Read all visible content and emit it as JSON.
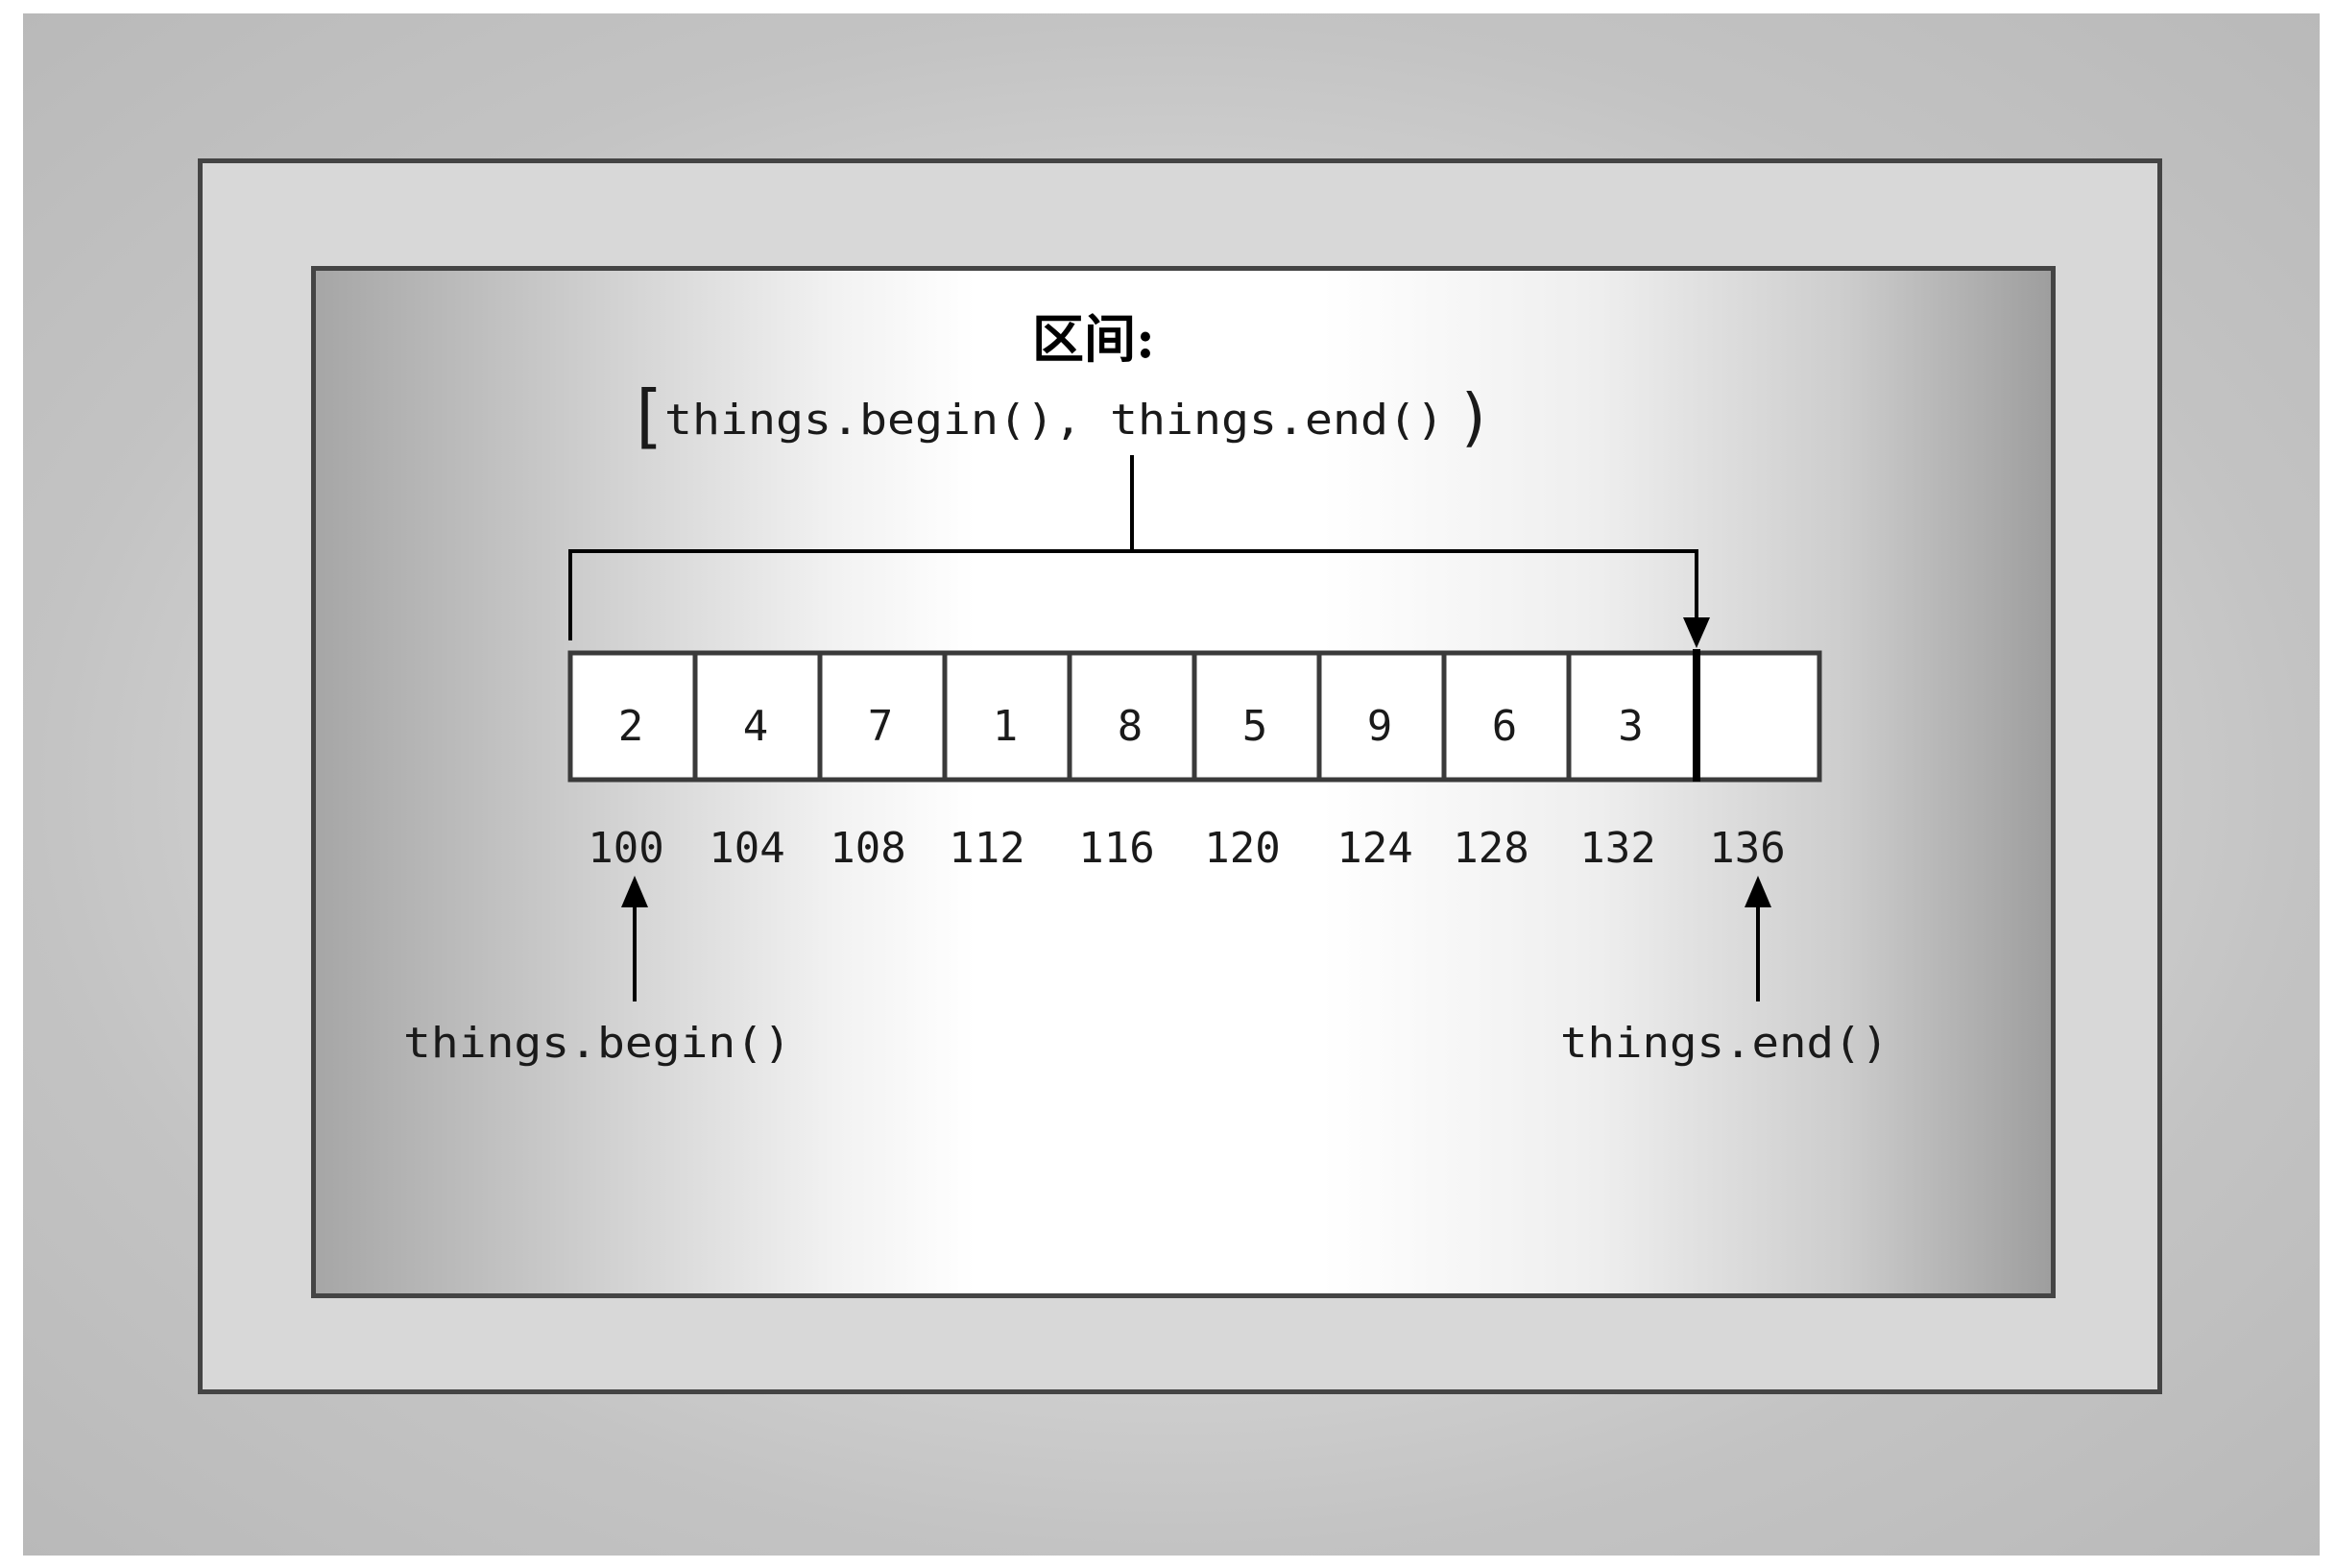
{
  "title": "区间:",
  "range_open": "[",
  "range_text": "things.begin(), things.end()",
  "range_close": ")",
  "cells": [
    "2",
    "4",
    "7",
    "1",
    "8",
    "5",
    "9",
    "6",
    "3",
    ""
  ],
  "addresses": [
    "100",
    "104",
    "108",
    "112",
    "116",
    "120",
    "124",
    "128",
    "132",
    "136"
  ],
  "begin_label": "things.begin()",
  "end_label": "things.end()"
}
